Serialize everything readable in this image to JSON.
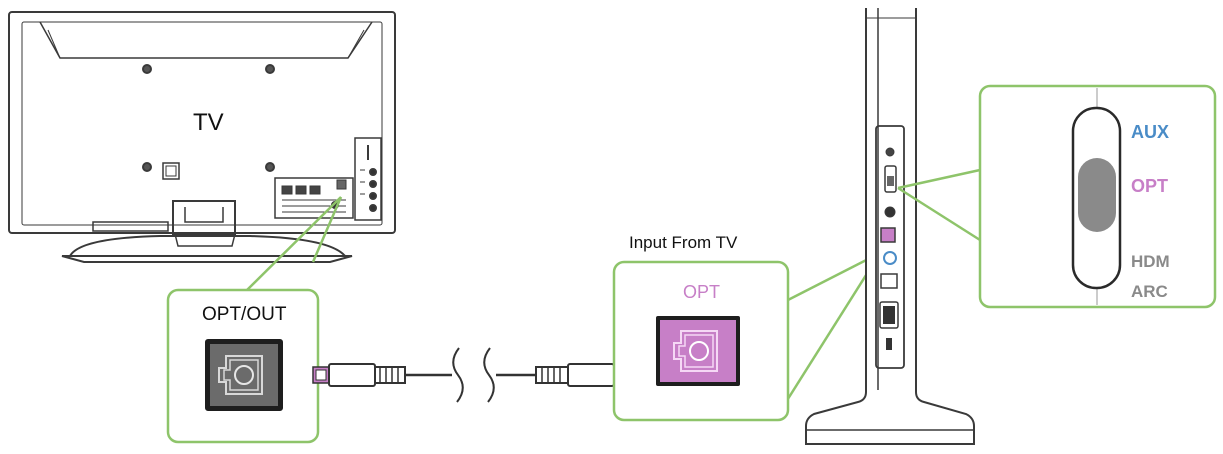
{
  "labels": {
    "tv": "TV",
    "opt_out": "OPT/OUT",
    "input_from_tv": "Input From TV",
    "opt_input": "OPT",
    "switch_aux": "AUX",
    "switch_opt": "OPT",
    "switch_hdm": "HDM",
    "switch_arc": "ARC"
  },
  "colors": {
    "callout_green": "#8ec46a",
    "opt_pink": "#c77fc7",
    "aux_blue": "#4a8cc7",
    "gray_label": "#8a8a8a",
    "line_dark": "#3a3a3a"
  },
  "icons": [
    "tv-back-panel-icon",
    "optical-port-icon",
    "optical-cable-icon",
    "soundbar-side-panel-icon",
    "input-switch-icon"
  ]
}
